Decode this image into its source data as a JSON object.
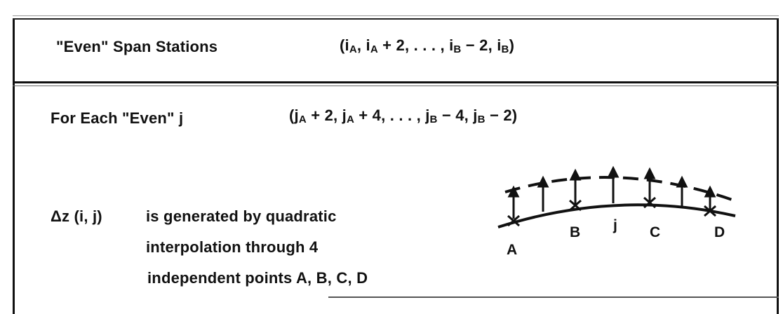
{
  "header": {
    "title": "\"Even\" Span Stations",
    "sequence": "(iA, iA + 2, . . . , iB − 2, iB)"
  },
  "loop": {
    "label": "For Each \"Even\" j",
    "sequence": "(jA + 2, jA + 4, . . . , jB − 4, jB − 2)"
  },
  "description": {
    "symbol": "Δz (i, j)",
    "line1": "is generated by quadratic",
    "line2": "interpolation through 4",
    "line3": "independent points A, B, C, D"
  },
  "diagram": {
    "labels": [
      "A",
      "B",
      "j",
      "C",
      "D"
    ]
  }
}
